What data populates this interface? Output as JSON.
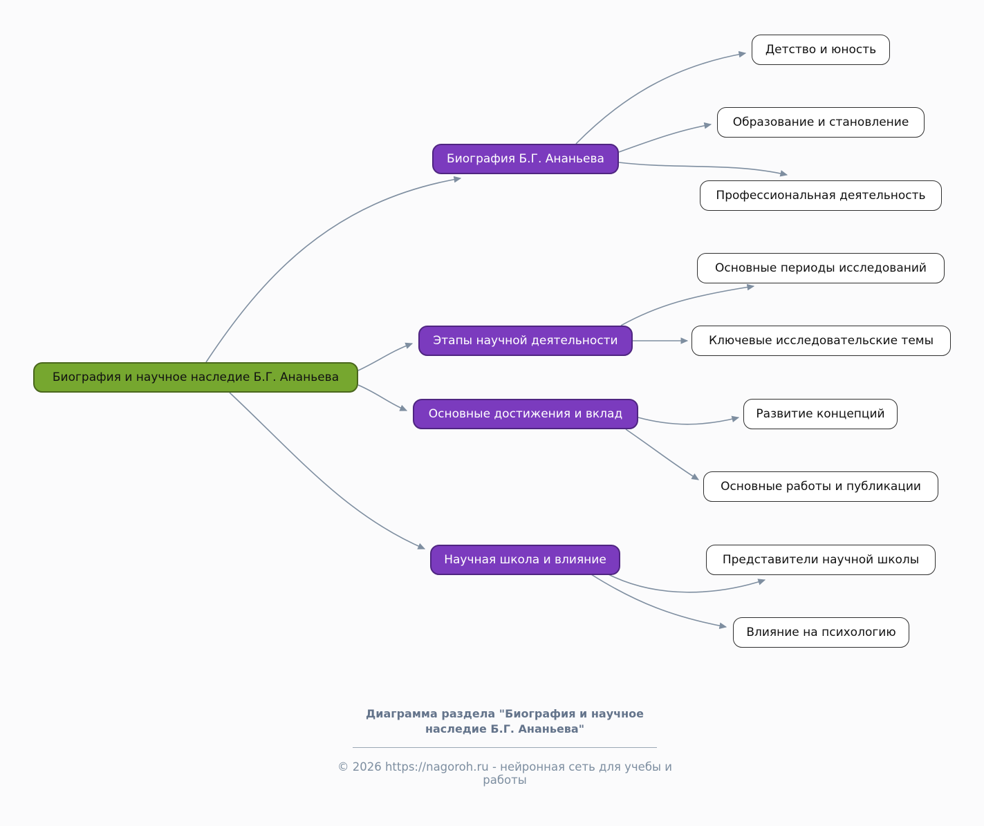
{
  "diagram": {
    "root": {
      "label": "Биография и научное наследие Б.Г. Ананьева"
    },
    "branches": [
      {
        "label": "Биография Б.Г. Ананьева",
        "children": [
          "Детство и юность",
          "Образование и становление",
          "Профессиональная деятельность"
        ]
      },
      {
        "label": "Этапы научной деятельности",
        "children": [
          "Основные периоды исследований",
          "Ключевые исследовательские темы"
        ]
      },
      {
        "label": "Основные достижения и вклад",
        "children": [
          "Развитие концепций",
          "Основные работы и публикации"
        ]
      },
      {
        "label": "Научная школа и влияние",
        "children": [
          "Представители научной школы",
          "Влияние на психологию"
        ]
      }
    ],
    "colors": {
      "root_fill": "#76a72f",
      "root_border": "#49661c",
      "branch_fill": "#7b3bbe",
      "branch_border": "#4f2581",
      "leaf_fill": "#ffffff",
      "leaf_border": "#2e2e2e",
      "edge": "#7e8ea0",
      "background": "#fbfbfc"
    }
  },
  "footer": {
    "caption": "Диаграмма раздела \"Биография и научное наследие Б.Г. Ананьева\"",
    "copyright": "© 2026 https://nagoroh.ru - нейронная сеть для учебы и работы"
  }
}
